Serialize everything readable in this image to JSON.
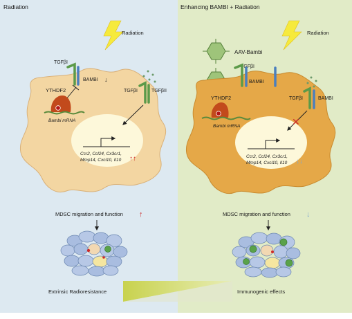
{
  "panels": {
    "left": {
      "title": "Radiation",
      "radiation_label": "Radiation",
      "receptor_label": "TGFβI",
      "bambi_label": "BAMBI",
      "bambi_arrow": "↓",
      "tgfb1_right": "TGFβI",
      "tgfb2_right": "TGFβII",
      "ythdf2_label": "YTHDF2",
      "mrna_label": "Bambi mRNA",
      "genes_line1": "Ccr2, Ccl24, Cx3cr1,",
      "genes_line2": "Mmp14, Cxcl10, Il10",
      "genes_arrows": "↑↑",
      "mdsc_text": "MDSC migration and function",
      "mdsc_arrow": "↑"
    },
    "right": {
      "title": "Enhancing BAMBI + Radiation",
      "radiation_label": "Radiation",
      "aav_label": "AAV-Bambi",
      "receptor_label": "TGFβI",
      "bambi_label": "BAMBI",
      "tgfb1_right": "TGFβI",
      "bambi_right": "BAMBI",
      "ythdf2_label": "YTHDF2",
      "mrna_label": "Bambi mRNA",
      "genes_line1": "Ccr2, Ccl24, Cx3cr1,",
      "genes_line2": "Mmp14, Cxcl10, Il10",
      "genes_arrows": "↓↓",
      "block_mark": "✕",
      "mdsc_text": "MDSC migration and function",
      "mdsc_arrow": "↓"
    }
  },
  "bottom": {
    "left_label": "Extrinsic Radioresistance",
    "right_label": "Immunogenic effects"
  },
  "colors": {
    "left_bg": "#dde9f1",
    "right_bg": "#e1ebc7",
    "left_cell": "#f3d6a2",
    "right_cell": "#e5a848",
    "nucleus": "#fdf8da",
    "lightning": "#f6ea3c",
    "receptor_green": "#5b9a49",
    "receptor_blue": "#4b7fbd",
    "red_arrow": "#cc2b2b",
    "blue_arrow": "#7ea6cf"
  }
}
